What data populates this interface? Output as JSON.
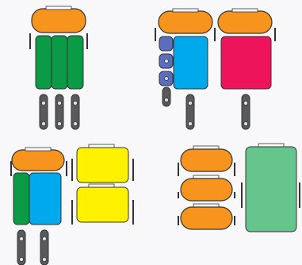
{
  "colors": {
    "background": "#f8f8fa",
    "outline": "#333333",
    "orange": "#f7941d",
    "green": "#0b9a46",
    "blue": "#00a8ec",
    "indigo": "#5b6dbd",
    "crimson": "#ed145b",
    "yellow": "#fff200",
    "mint": "#66c58c",
    "pole": "#58595b",
    "hinge": "#dfe1e6"
  },
  "groups": [
    {
      "name": "three-green-columns",
      "description_visible": false
    },
    {
      "name": "blue-crimson-pair-with-small-stack",
      "description_visible": false
    },
    {
      "name": "green-blue-with-yellow-pair",
      "description_visible": false
    },
    {
      "name": "orange-stack-with-mint-panel",
      "description_visible": false
    }
  ]
}
